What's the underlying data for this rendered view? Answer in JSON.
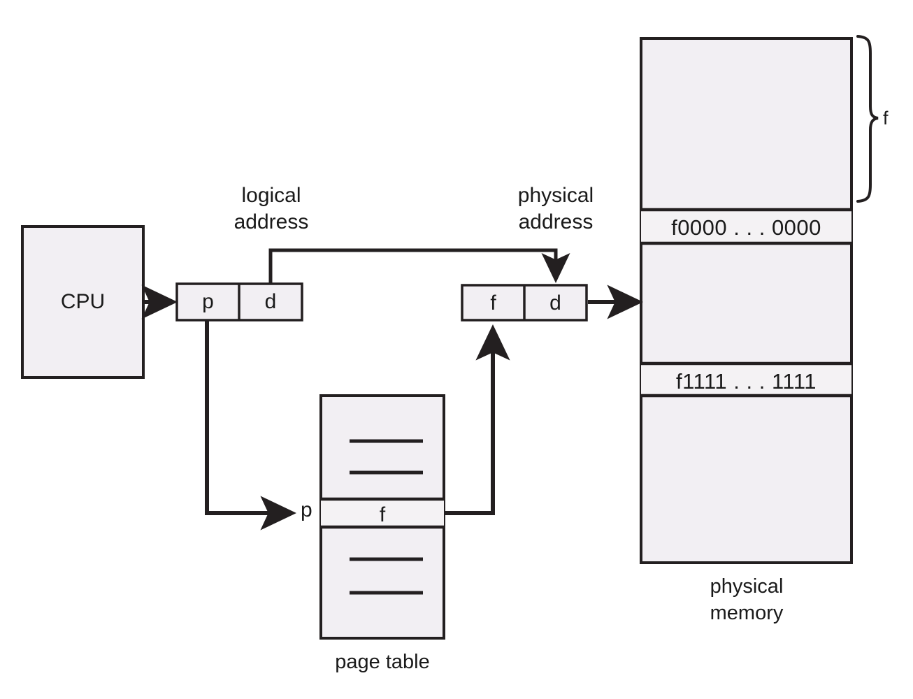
{
  "diagram": {
    "title": "Paging hardware address translation",
    "colors": {
      "box_fill": "#f2eff3",
      "row_fill": "#f4f2f4",
      "stroke": "#231f20",
      "background": "#ffffff"
    },
    "cpu": {
      "label": "CPU"
    },
    "logical_address": {
      "caption_line1": "logical",
      "caption_line2": "address",
      "page_field": "p",
      "offset_field": "d"
    },
    "physical_address": {
      "caption_line1": "physical",
      "caption_line2": "address",
      "frame_field": "f",
      "offset_field": "d"
    },
    "page_table": {
      "caption": "page table",
      "index_label": "p",
      "entry_value": "f",
      "upper_ellipsis_rows": 2,
      "lower_ellipsis_rows": 2
    },
    "physical_memory": {
      "caption_line1": "physical",
      "caption_line2": "memory",
      "frame_brace_label": "f",
      "rows": [
        {
          "name": "blank-top",
          "text": ""
        },
        {
          "name": "frame-start",
          "text": "f0000 . . . 0000"
        },
        {
          "name": "blank-middle",
          "text": ""
        },
        {
          "name": "frame-end",
          "text": "f1111 . . . 1111"
        },
        {
          "name": "blank-bottom",
          "text": ""
        }
      ]
    },
    "arrows": [
      {
        "name": "cpu-to-logical-address",
        "from": "CPU",
        "to": "logical address"
      },
      {
        "name": "page-number-to-page-table",
        "from": "p",
        "to": "page table"
      },
      {
        "name": "page-table-to-frame-number",
        "from": "page table entry",
        "to": "f"
      },
      {
        "name": "offset-to-physical-address",
        "from": "d",
        "to": "d"
      },
      {
        "name": "physical-address-to-memory",
        "from": "physical address",
        "to": "physical memory"
      }
    ]
  }
}
